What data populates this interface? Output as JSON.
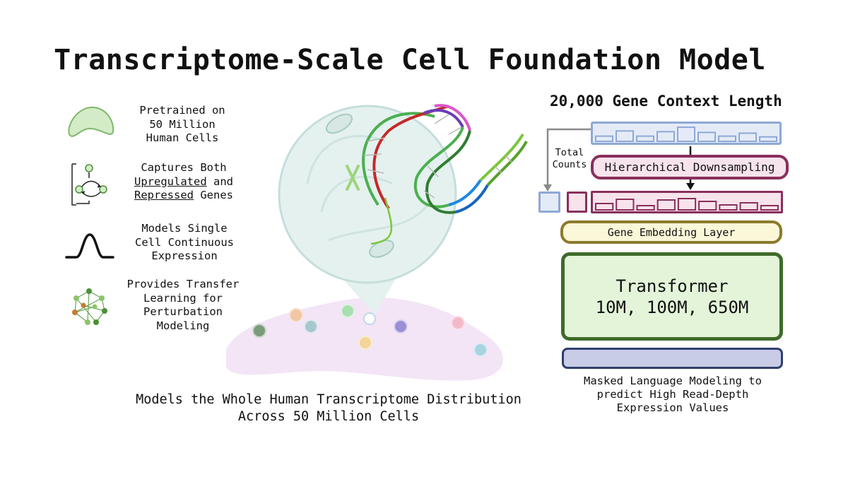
{
  "title": "Transcriptome-Scale Cell Foundation Model",
  "features": [
    {
      "icon": "cell-shape-icon",
      "lines": [
        "Pretrained on",
        "50 Million",
        "Human Cells"
      ]
    },
    {
      "icon": "regulation-cycle-icon",
      "line1": "Captures Both",
      "line2a": "Upregulated",
      "line2b": " and",
      "line3a": "Repressed",
      "line3b": " Genes"
    },
    {
      "icon": "bell-curve-icon",
      "lines": [
        "Models Single",
        "Cell Continuous",
        "Expression"
      ]
    },
    {
      "icon": "network-graph-icon",
      "lines": [
        "Provides Transfer",
        "Learning for",
        "Perturbation",
        "Modeling"
      ]
    }
  ],
  "illustration": {
    "caption_line1": "Models the Whole Human Transcriptome Distribution",
    "caption_line2": "Across 50 Million Cells"
  },
  "architecture": {
    "context_title": "20,000 Gene Context Length",
    "total_counts_line1": "Total",
    "total_counts_line2": "Counts",
    "downsampling_label": "Hierarchical Downsampling",
    "embedding_label": "Gene Embedding Layer",
    "transformer_line1": "Transformer",
    "transformer_line2": "10M, 100M, 650M",
    "mlm_caption": [
      "Masked Language Modeling to",
      "predict High Read-Depth",
      "Expression Values"
    ],
    "input_bar_levels": [
      0.35,
      0.7,
      0.35,
      0.65,
      0.95,
      0.6,
      0.35,
      0.55,
      0.3
    ],
    "downsampled_bar_levels": [
      0.45,
      0.75,
      0.3,
      0.7,
      0.8,
      0.6,
      0.35,
      0.5,
      0.3
    ],
    "colors": {
      "input": "#8fa8d6",
      "input_fill": "#e4ebf7",
      "downsample": "#8a2f5c",
      "downsample_fill": "#f7e3ec",
      "embedding": "#8c7a2c",
      "embedding_fill": "#fbf7d9",
      "transformer": "#3f6b2a",
      "transformer_fill": "#e3f4d9",
      "output": "#2f3f6d",
      "output_fill": "#c9cce6"
    }
  }
}
